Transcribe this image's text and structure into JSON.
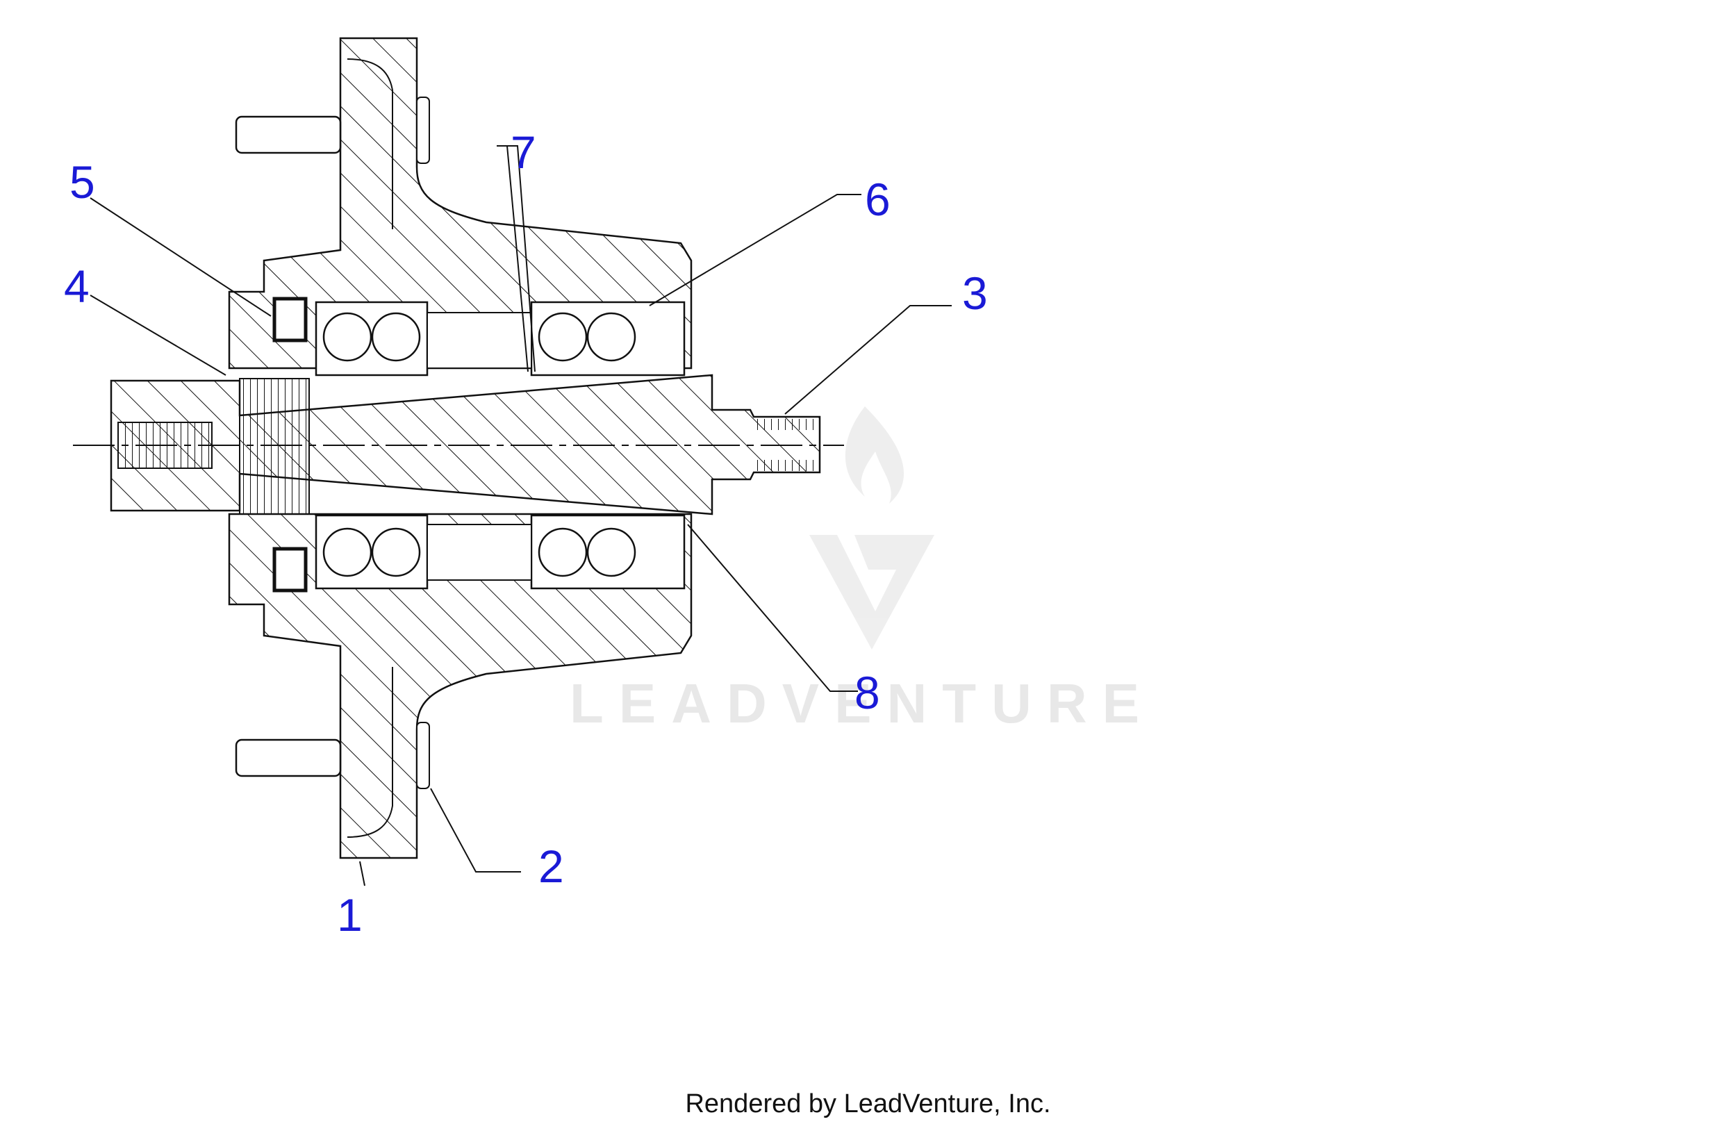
{
  "watermark": {
    "text": "LEADVENTURE"
  },
  "callouts": [
    {
      "id": "1",
      "label": "1"
    },
    {
      "id": "2",
      "label": "2"
    },
    {
      "id": "3",
      "label": "3"
    },
    {
      "id": "4",
      "label": "4"
    },
    {
      "id": "5",
      "label": "5"
    },
    {
      "id": "6",
      "label": "6"
    },
    {
      "id": "7",
      "label": "7"
    },
    {
      "id": "8",
      "label": "8"
    }
  ],
  "footer": {
    "text": "Rendered by LeadVenture, Inc."
  },
  "colors": {
    "callout": "#1a1ad6",
    "line": "#111111",
    "watermark": "#e8e8e8"
  }
}
